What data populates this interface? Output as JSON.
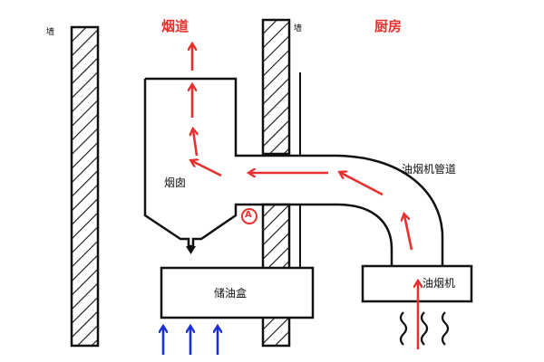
{
  "labels": {
    "wall_left": "墙",
    "wall_right": "墙",
    "flue": "烟道",
    "kitchen": "厨房",
    "chimney": "烟囱",
    "point_a": "A",
    "hood_duct": "油烟机管道",
    "oil_box": "储油盒",
    "range_hood": "油烟机"
  },
  "colors": {
    "arrow_red": "#e8312f",
    "arrow_blue": "#1c2fd6",
    "line_black": "#111111"
  }
}
